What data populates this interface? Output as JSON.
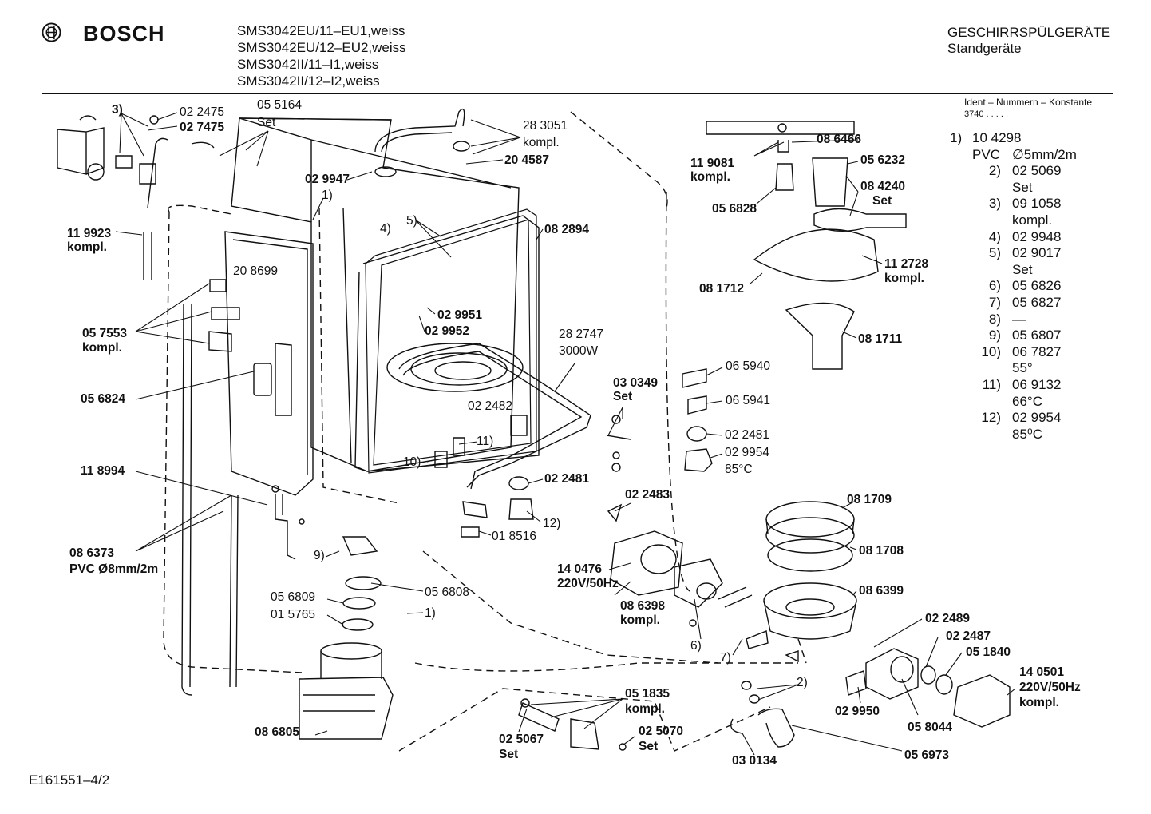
{
  "header": {
    "brand": "BOSCH",
    "models": [
      "SMS3042EU/11–EU1,weiss",
      "SMS3042EU/12–EU2,weiss",
      "SMS3042II/11–I1,weiss",
      "SMS3042II/12–I2,weiss"
    ],
    "category": "GESCHIRRSPÜLGERÄTE",
    "subcategory": "Standgeräte"
  },
  "legend": {
    "heading": "Ident – Nummern – Konstante",
    "code": "3740  .  .  .  .  .",
    "rows": [
      {
        "num": "1)",
        "text": "10 4298"
      },
      {
        "num": "PVC",
        "text": "∅5mm/2m"
      },
      {
        "num": "2)",
        "text": "02 5069"
      },
      {
        "num": "",
        "text": "Set"
      },
      {
        "num": "3)",
        "text": "09 1058"
      },
      {
        "num": "",
        "text": "kompl."
      },
      {
        "num": "4)",
        "text": "02 9948"
      },
      {
        "num": "5)",
        "text": "02 9017"
      },
      {
        "num": "",
        "text": "Set"
      },
      {
        "num": "6)",
        "text": "05 6826"
      },
      {
        "num": "7)",
        "text": "05 6827"
      },
      {
        "num": "8)",
        "text": "—"
      },
      {
        "num": "9)",
        "text": "05 6807"
      },
      {
        "num": "10)",
        "text": "06 7827"
      },
      {
        "num": "",
        "text": "55°"
      },
      {
        "num": "11)",
        "text": "06 9132"
      },
      {
        "num": "",
        "text": "66°C"
      },
      {
        "num": "12)",
        "text": "02 9954"
      },
      {
        "num": "",
        "text": "85⁰C"
      }
    ]
  },
  "labels": {
    "l3": "3)",
    "l022475": "02 2475",
    "l027475": "02 7475",
    "l055164": "05 5164",
    "lset1": "Set",
    "l283051": "28 3051",
    "lkompl1": "kompl.",
    "l204587": "20 4587",
    "l029947": "02 9947",
    "l119923": "11 9923",
    "lkompl2": "kompl.",
    "l1a": "1)",
    "l4": "4)",
    "l5": "5)",
    "l082894": "08 2894",
    "l208699": "20 8699",
    "l057553": "05 7553",
    "lkompl3": "kompl.",
    "l029951": "02 9951",
    "l029952": "02 9952",
    "l282747": "28 2747",
    "l3000w": "3000W",
    "l056824": "05 6824",
    "l118994": "11 8994",
    "l022482": "02 2482",
    "l11": "11)",
    "l10": "10)",
    "l022481a": "02 2481",
    "l12": "12)",
    "l018516": "01 8516",
    "l086373": "08 6373",
    "lpvc8": "PVC Ø8mm/2m",
    "l9": "9)",
    "l056809": "05 6809",
    "l015765": "01 5765",
    "l056808": "05 6808",
    "l1b": "1)",
    "l086805": "08 6805",
    "l051835": "05 1835",
    "lkompl4": "kompl.",
    "l025067": "02 5067",
    "lset2": "Set",
    "l025070": "02 5070",
    "lset3": "Set",
    "l030349": "03 0349",
    "lset4": "Set",
    "l022483": "02 2483",
    "l140476": "14 0476",
    "l220v1": "220V/50Hz",
    "l086398": "08 6398",
    "lkompl5": "kompl.",
    "l6": "6)",
    "l7": "7)",
    "l086466": "08 6466",
    "l119081": "11 9081",
    "lkompl6": "kompl.",
    "l056232": "05 6232",
    "l084240": "08 4240",
    "lset5": "Set",
    "l056828": "05 6828",
    "l112728": "11 2728",
    "lkompl7": "kompl.",
    "l081712": "08 1712",
    "l081711": "08 1711",
    "l065940": "06 5940",
    "l065941": "06 5941",
    "l022481b": "02 2481",
    "l029954": "02 9954",
    "l85c": "85°C",
    "l081709": "08 1709",
    "l081708": "08 1708",
    "l086399": "08 6399",
    "l022489": "02 2489",
    "l022487": "02 2487",
    "l051840": "05 1840",
    "l140501": "14 0501",
    "l220v2": "220V/50Hz",
    "lkompl8": "kompl.",
    "l2": "2)",
    "l029950": "02 9950",
    "l058044": "05 8044",
    "l056973": "05 6973",
    "l030134": "03 0134"
  },
  "footer": "E161551–4/2"
}
